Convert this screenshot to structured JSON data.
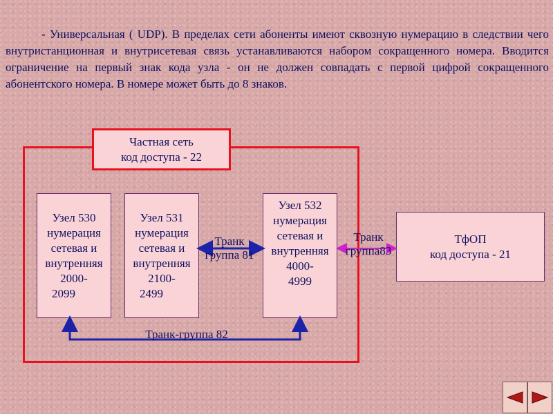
{
  "text": {
    "paragraph": "- Универсальная ( UDP). В пределах сети абоненты имеют сквозную нумерацию в следствии чего внутристанционная  и внутрисетевая связь устанавливаются набором сокращенного номера. Вводится ограничение на первый знак кода узла - он не должен совпадать с первой цифрой сокращенного абонентского номера. В номере может быть до 8 знаков."
  },
  "diagram": {
    "network_title": {
      "line1": "Частная  сеть",
      "line2": "код доступа - 22"
    },
    "nodes": [
      {
        "lines": [
          "Узел 530",
          "нумерация",
          "сетевая и",
          "внутренняя",
          "2000-",
          "2099"
        ]
      },
      {
        "lines": [
          "Узел 531",
          "нумерация",
          "сетевая и",
          "внутренняя",
          "2100-",
          "2499"
        ]
      },
      {
        "lines": [
          "Узел 532",
          "нумерация",
          "сетевая и",
          "внутренняя",
          "4000-",
          "4999"
        ]
      }
    ],
    "pstn": {
      "line1": "ТфОП",
      "line2": "код доступа - 21"
    },
    "trunks": {
      "t81": {
        "line1": "Транк",
        "line2": "группа 81"
      },
      "t83": {
        "line1": "Транк",
        "line2": "группа83"
      },
      "t82": "Транк-группа 82"
    }
  },
  "colors": {
    "outer_border": "#e8121f",
    "arrow_blue": "#1d23a8",
    "arrow_magenta": "#d11fd0",
    "box_fill": "#fad3d6"
  },
  "nav": {
    "prev_icon": "prev-arrow-icon",
    "next_icon": "next-arrow-icon"
  }
}
